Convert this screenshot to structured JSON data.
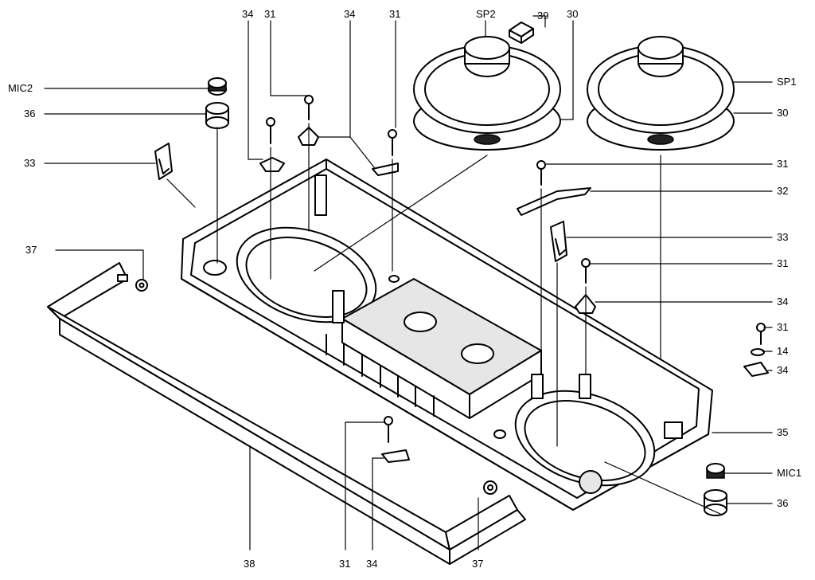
{
  "diagram": {
    "labels": {
      "t34a": "34",
      "t31a": "31",
      "t34b": "34",
      "t31b": "31",
      "tsp2": "SP2",
      "t39": "39",
      "t30top": "30",
      "tmic2": "MIC2",
      "t36a": "36",
      "t33a": "33",
      "t37a": "37",
      "tsp1": "SP1",
      "t30r": "30",
      "t31r1": "31",
      "t32": "32",
      "t33r": "33",
      "t31r2": "31",
      "t34r1": "34",
      "t31r3": "31",
      "t14": "14",
      "t34r2": "34",
      "t35": "35",
      "tmic1": "MIC1",
      "t36b": "36",
      "t38": "38",
      "t31bot": "31",
      "t34bot": "34",
      "t37bot": "37"
    }
  }
}
